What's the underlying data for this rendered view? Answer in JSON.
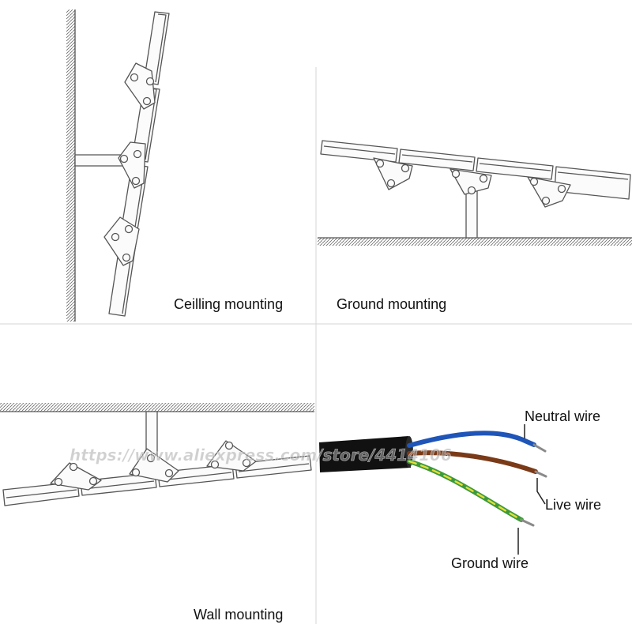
{
  "labels": {
    "ceiling": "Ceilling mounting",
    "ground": "Ground mounting",
    "wall": "Wall mounting",
    "neutral": "Neutral wire",
    "live": "Live wire",
    "ground_wire": "Ground wire"
  },
  "watermark": "https://www.aliexpress.com/store/4414106",
  "colors": {
    "line": "#555555",
    "panel_fill": "#fbfbfb",
    "cable": "#111111",
    "neutral": "#1f55b8",
    "live": "#7a3a18",
    "ground_green": "#3d9a3a",
    "ground_yellow": "#e4dc3a"
  }
}
